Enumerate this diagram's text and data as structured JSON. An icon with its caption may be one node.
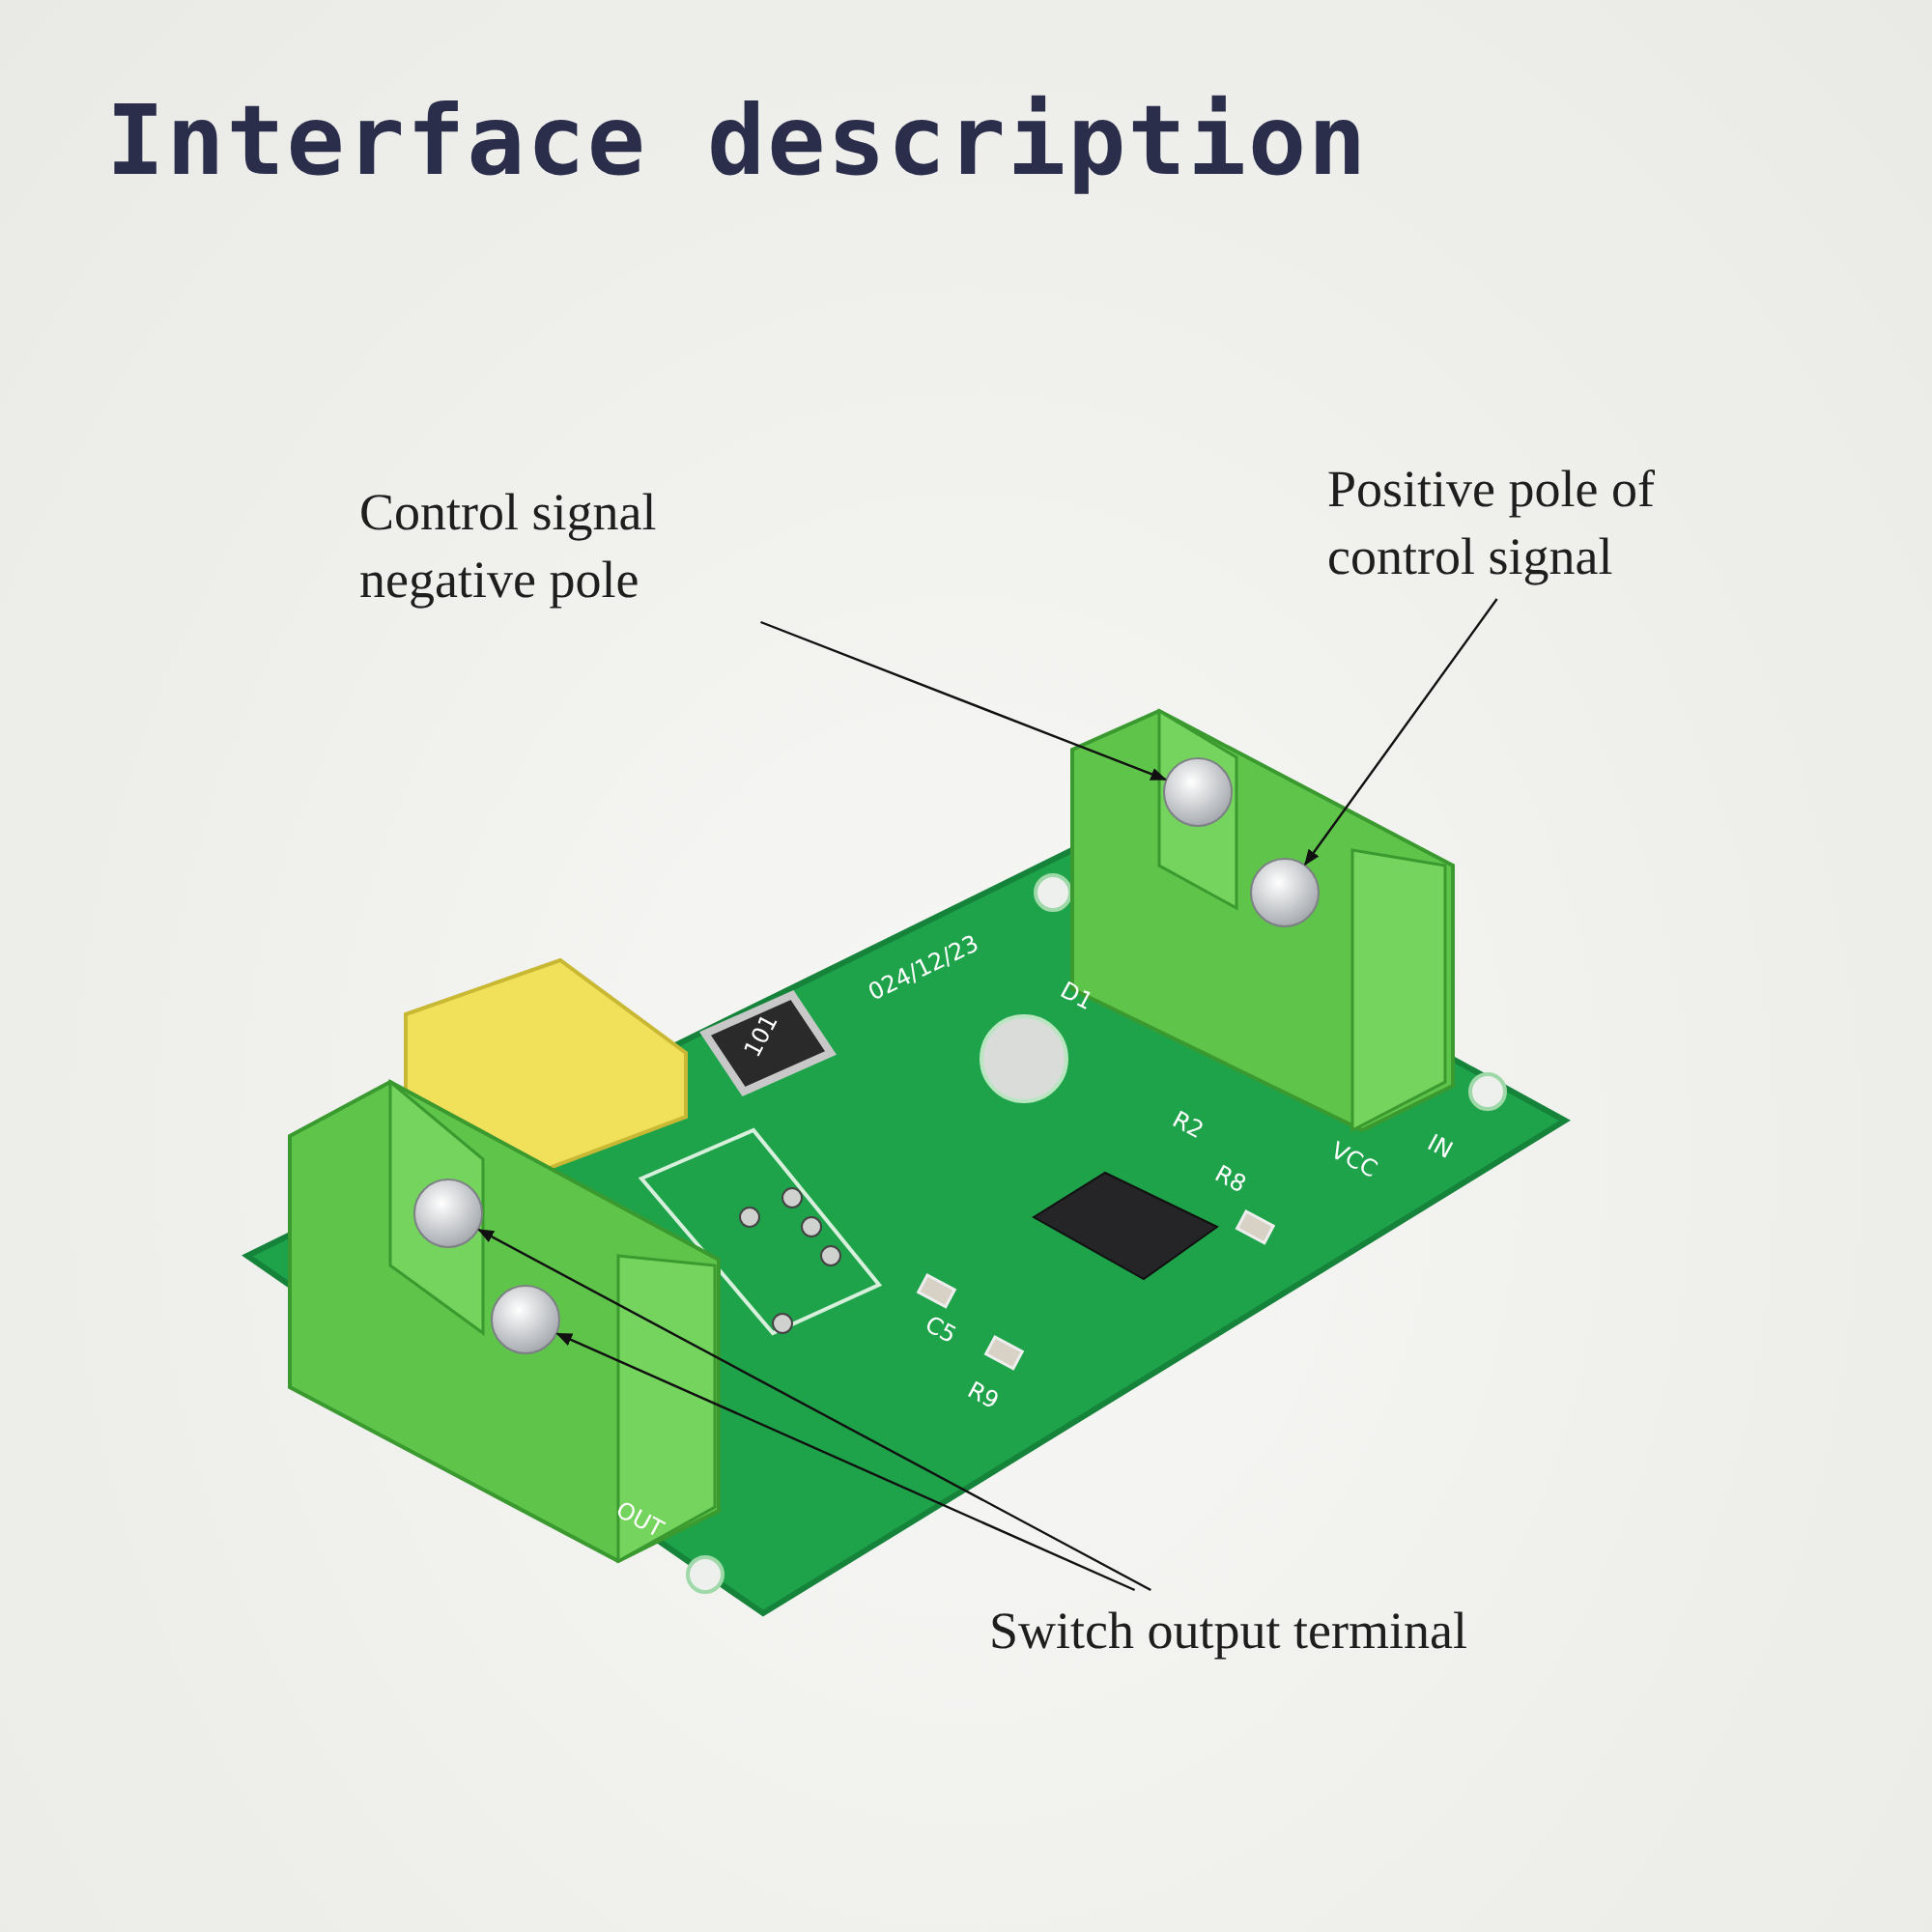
{
  "diagram": {
    "title": "Interface description",
    "nodes": [
      {
        "text": [
          "Control signal negative pole"
        ]
      },
      {
        "text": [
          "Positive pole of control signal"
        ]
      },
      {
        "text": [
          "Switch output terminal"
        ]
      },
      {
        "text": [],
        "shape": "circle"
      },
      {
        "text": [],
        "shape": "circle"
      },
      {
        "text": [],
        "shape": "circle"
      },
      {
        "text": [],
        "shape": "circle"
      }
    ],
    "edges": [
      {
        "from": 0,
        "to": 3,
        "arrow": "to"
      },
      {
        "from": 1,
        "to": 4,
        "arrow": "to"
      },
      {
        "from": 2,
        "to": 5,
        "arrow": "to"
      },
      {
        "from": 2,
        "to": 6,
        "arrow": "to"
      }
    ],
    "labels": [
      "024/12/23",
      "D1",
      "R2",
      "IN",
      "VCC",
      "R8",
      "101",
      "C5",
      "R9",
      "OUT"
    ]
  }
}
